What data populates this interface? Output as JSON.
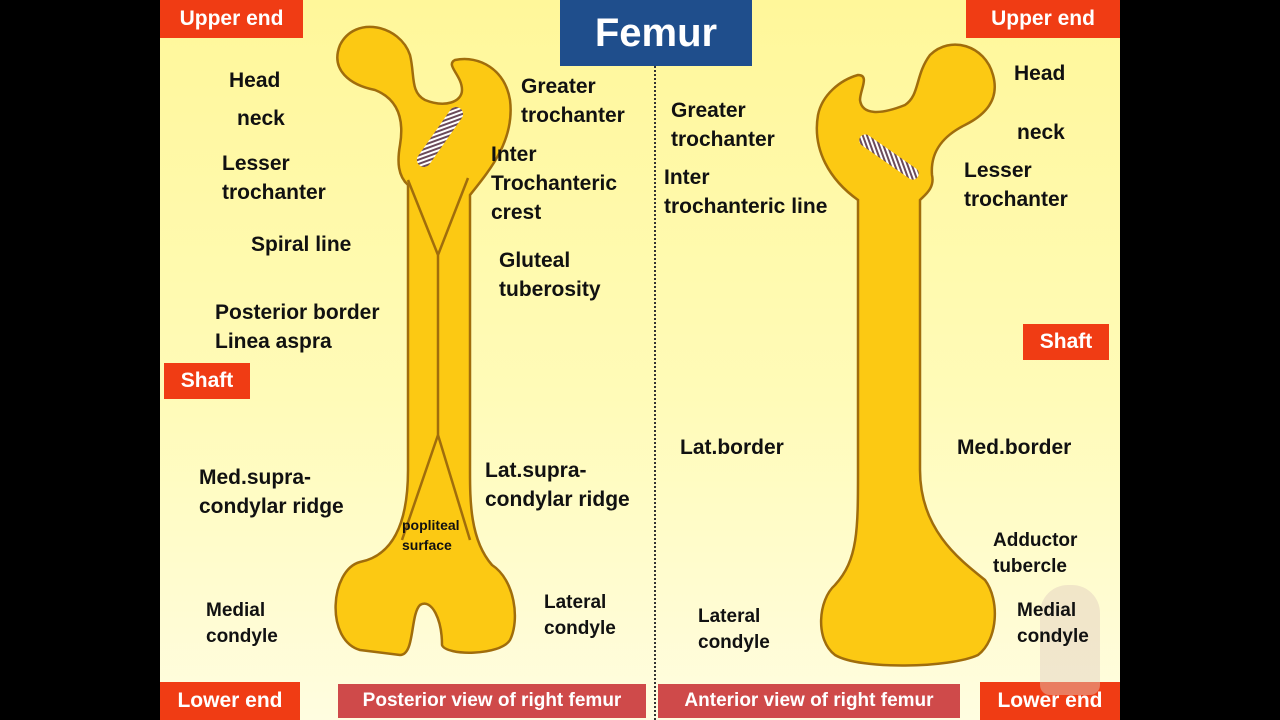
{
  "title": "Femur",
  "colors": {
    "bone": "#fcc913",
    "bone_outline": "#a06d0c",
    "tag": "#f03c14",
    "title_bg": "#1f4e8c",
    "view_bg": "#cf4a4a"
  },
  "posterior": {
    "upper_end": "Upper end",
    "shaft": "Shaft",
    "lower_end": "Lower end",
    "view_label": "Posterior view of right femur",
    "labels": {
      "head": "Head",
      "neck": "neck",
      "lesser_1": "Lesser",
      "lesser_2": "trochanter",
      "spiral": "Spiral line",
      "post_border": "Posterior border",
      "linea": "Linea aspra",
      "med_supra_1": "Med.supra-",
      "med_supra_2": "condylar ridge",
      "med_condyle_1": "Medial",
      "med_condyle_2": "condyle",
      "greater_1": "Greater",
      "greater_2": "trochanter",
      "inter_1": "Inter",
      "inter_2": "Trochanteric",
      "inter_3": "crest",
      "gluteal_1": "Gluteal",
      "gluteal_2": "tuberosity",
      "lat_supra_1": "Lat.supra-",
      "lat_supra_2": "condylar ridge",
      "popliteal_1": "popliteal",
      "popliteal_2": "surface",
      "lat_condyle_1": "Lateral",
      "lat_condyle_2": "condyle"
    }
  },
  "anterior": {
    "upper_end": "Upper end",
    "shaft": "Shaft",
    "lower_end": "Lower end",
    "view_label": "Anterior view of right femur",
    "labels": {
      "greater_1": "Greater",
      "greater_2": "trochanter",
      "inter_1": "Inter",
      "inter_2": "trochanteric line",
      "lat_border": "Lat.border",
      "lat_condyle_1": "Lateral",
      "lat_condyle_2": "condyle",
      "head": "Head",
      "neck": "neck",
      "lesser_1": "Lesser",
      "lesser_2": "trochanter",
      "med_border": "Med.border",
      "adductor_1": "Adductor",
      "adductor_2": "tubercle",
      "med_condyle_1": "Medial",
      "med_condyle_2": "condyle"
    }
  }
}
